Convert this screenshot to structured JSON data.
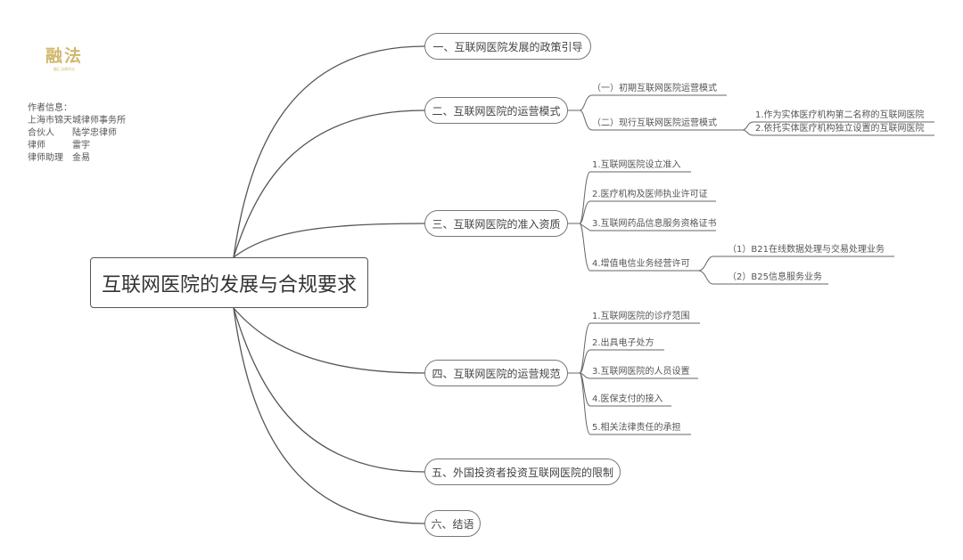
{
  "logo": {
    "text": "融法",
    "subtext": "融汇法律评论"
  },
  "author": {
    "lines": [
      "作者信息：",
      "上海市锦天城律师事务所",
      "合伙人　　陆学忠律师",
      "律师　　　雷宇",
      "律师助理　金易"
    ]
  },
  "root": {
    "title": "互联网医院的发展与合规要求"
  },
  "branches": [
    {
      "label": "一、互联网医院发展的政策引导"
    },
    {
      "label": "二、互联网医院的运营模式",
      "children": [
        {
          "label": "（一）初期互联网医院运营模式"
        },
        {
          "label": "（二）现行互联网医院运营模式",
          "children": [
            {
              "label": "1.作为实体医疗机构第二名称的互联网医院"
            },
            {
              "label": "2.依托实体医疗机构独立设置的互联网医院"
            }
          ]
        }
      ]
    },
    {
      "label": "三、互联网医院的准入资质",
      "children": [
        {
          "label": "1.互联网医院设立准入"
        },
        {
          "label": "2.医疗机构及医师执业许可证"
        },
        {
          "label": "3.互联网药品信息服务资格证书"
        },
        {
          "label": "4.增值电信业务经营许可",
          "children": [
            {
              "label": "（1）B21在线数据处理与交易处理业务"
            },
            {
              "label": "（2）B25信息服务业务"
            }
          ]
        }
      ]
    },
    {
      "label": "四、互联网医院的运营规范",
      "children": [
        {
          "label": "1.互联网医院的诊疗范围"
        },
        {
          "label": "2.出具电子处方"
        },
        {
          "label": "3.互联网医院的人员设置"
        },
        {
          "label": "4.医保支付的接入"
        },
        {
          "label": "5.相关法律责任的承担"
        }
      ]
    },
    {
      "label": "五、外国投资者投资互联网医院的限制"
    },
    {
      "label": "六、结语"
    }
  ]
}
